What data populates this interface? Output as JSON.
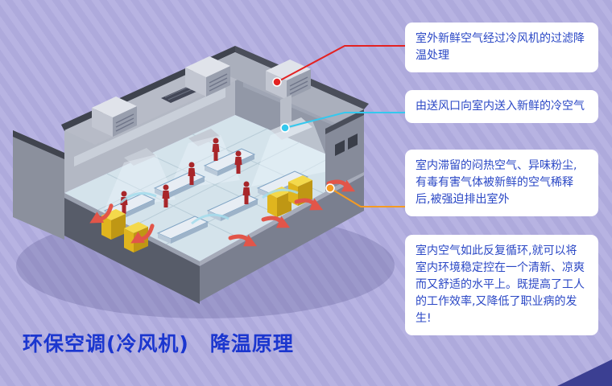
{
  "page_title": "环保空调(冷风机)　降温原理",
  "callouts": [
    {
      "text": "室外新鲜空气经过冷风机的过滤降温处理",
      "line_color": "#e32222"
    },
    {
      "text": "由送风口向室内送入新鲜的冷空气",
      "line_color": "#35c8ee"
    },
    {
      "text": "室内滞留的闷热空气、异味粉尘,有毒有害气体被新鲜的空气稀释后,被强迫排出室外",
      "line_color": "#f59b22"
    },
    {
      "text": "室内空气如此反复循环,就可以将室内环境稳定控在一个清新、凉爽而又舒适的水平上。既提高了工人的工作效率,又降低了职业病的发生!",
      "line_color": ""
    }
  ],
  "colors": {
    "background": "#b3afdf",
    "callout_background": "#ffffff",
    "callout_text": "#2a47c5",
    "title_text": "#1b36cf",
    "leader_red": "#e32222",
    "leader_cyan": "#35c8ee",
    "leader_orange": "#f59b22"
  }
}
